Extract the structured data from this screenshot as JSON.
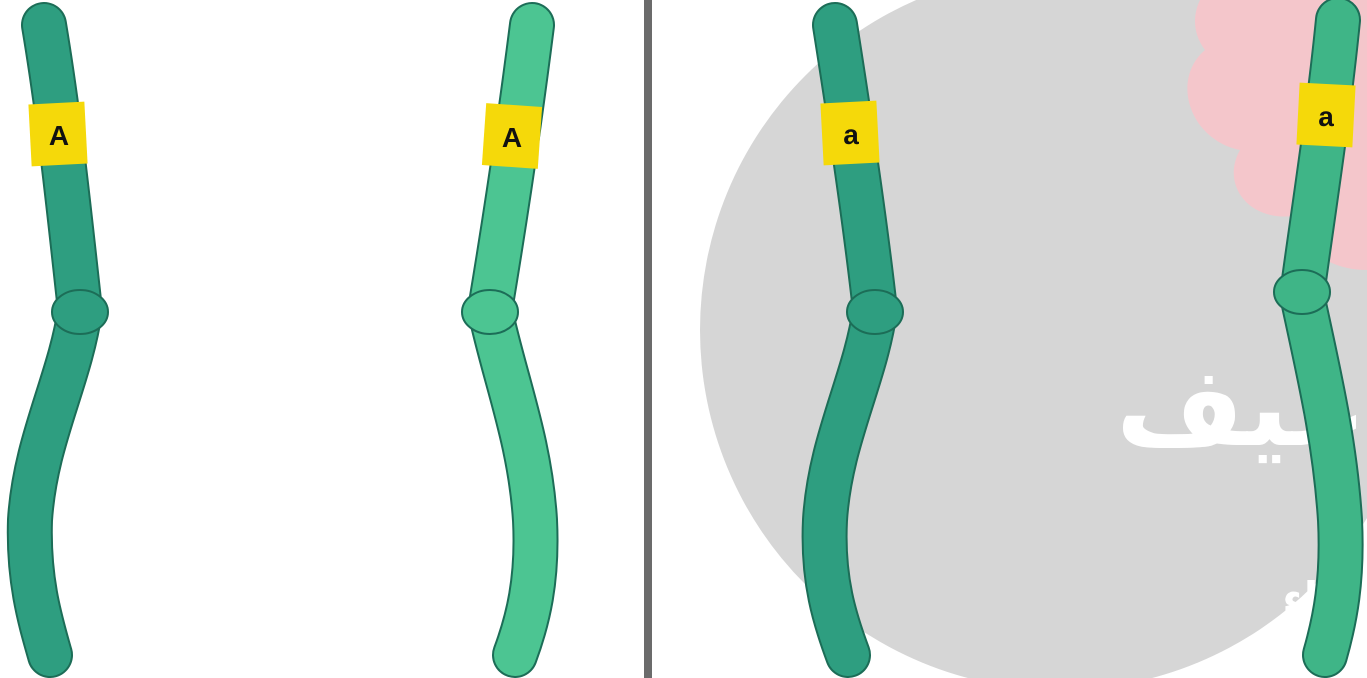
{
  "colors": {
    "background": "#ffffff",
    "divider": "#6b6b6b",
    "watermark_grey": "#d6d6d6",
    "watermark_pink": "#f4c6cb",
    "chromosome_dark": "#2e9e80",
    "chromosome_light": "#4cc592",
    "chromosome_outline": "#1c6d57",
    "gene_band": "#f5d90a",
    "label_text": "#111111"
  },
  "left_panel": {
    "chromosomes": [
      {
        "allele": "A",
        "shade": "dark"
      },
      {
        "allele": "A",
        "shade": "light"
      }
    ]
  },
  "right_panel": {
    "chromosomes": [
      {
        "allele": "a",
        "shade": "dark"
      },
      {
        "allele": "a",
        "shade": "medium"
      }
    ],
    "watermark": {
      "text_large": "عيف",
      "text_small": "حياء"
    }
  },
  "icons": {
    "divider": "vertical-divider",
    "watermark_shape": "grey-circle-watermark"
  }
}
